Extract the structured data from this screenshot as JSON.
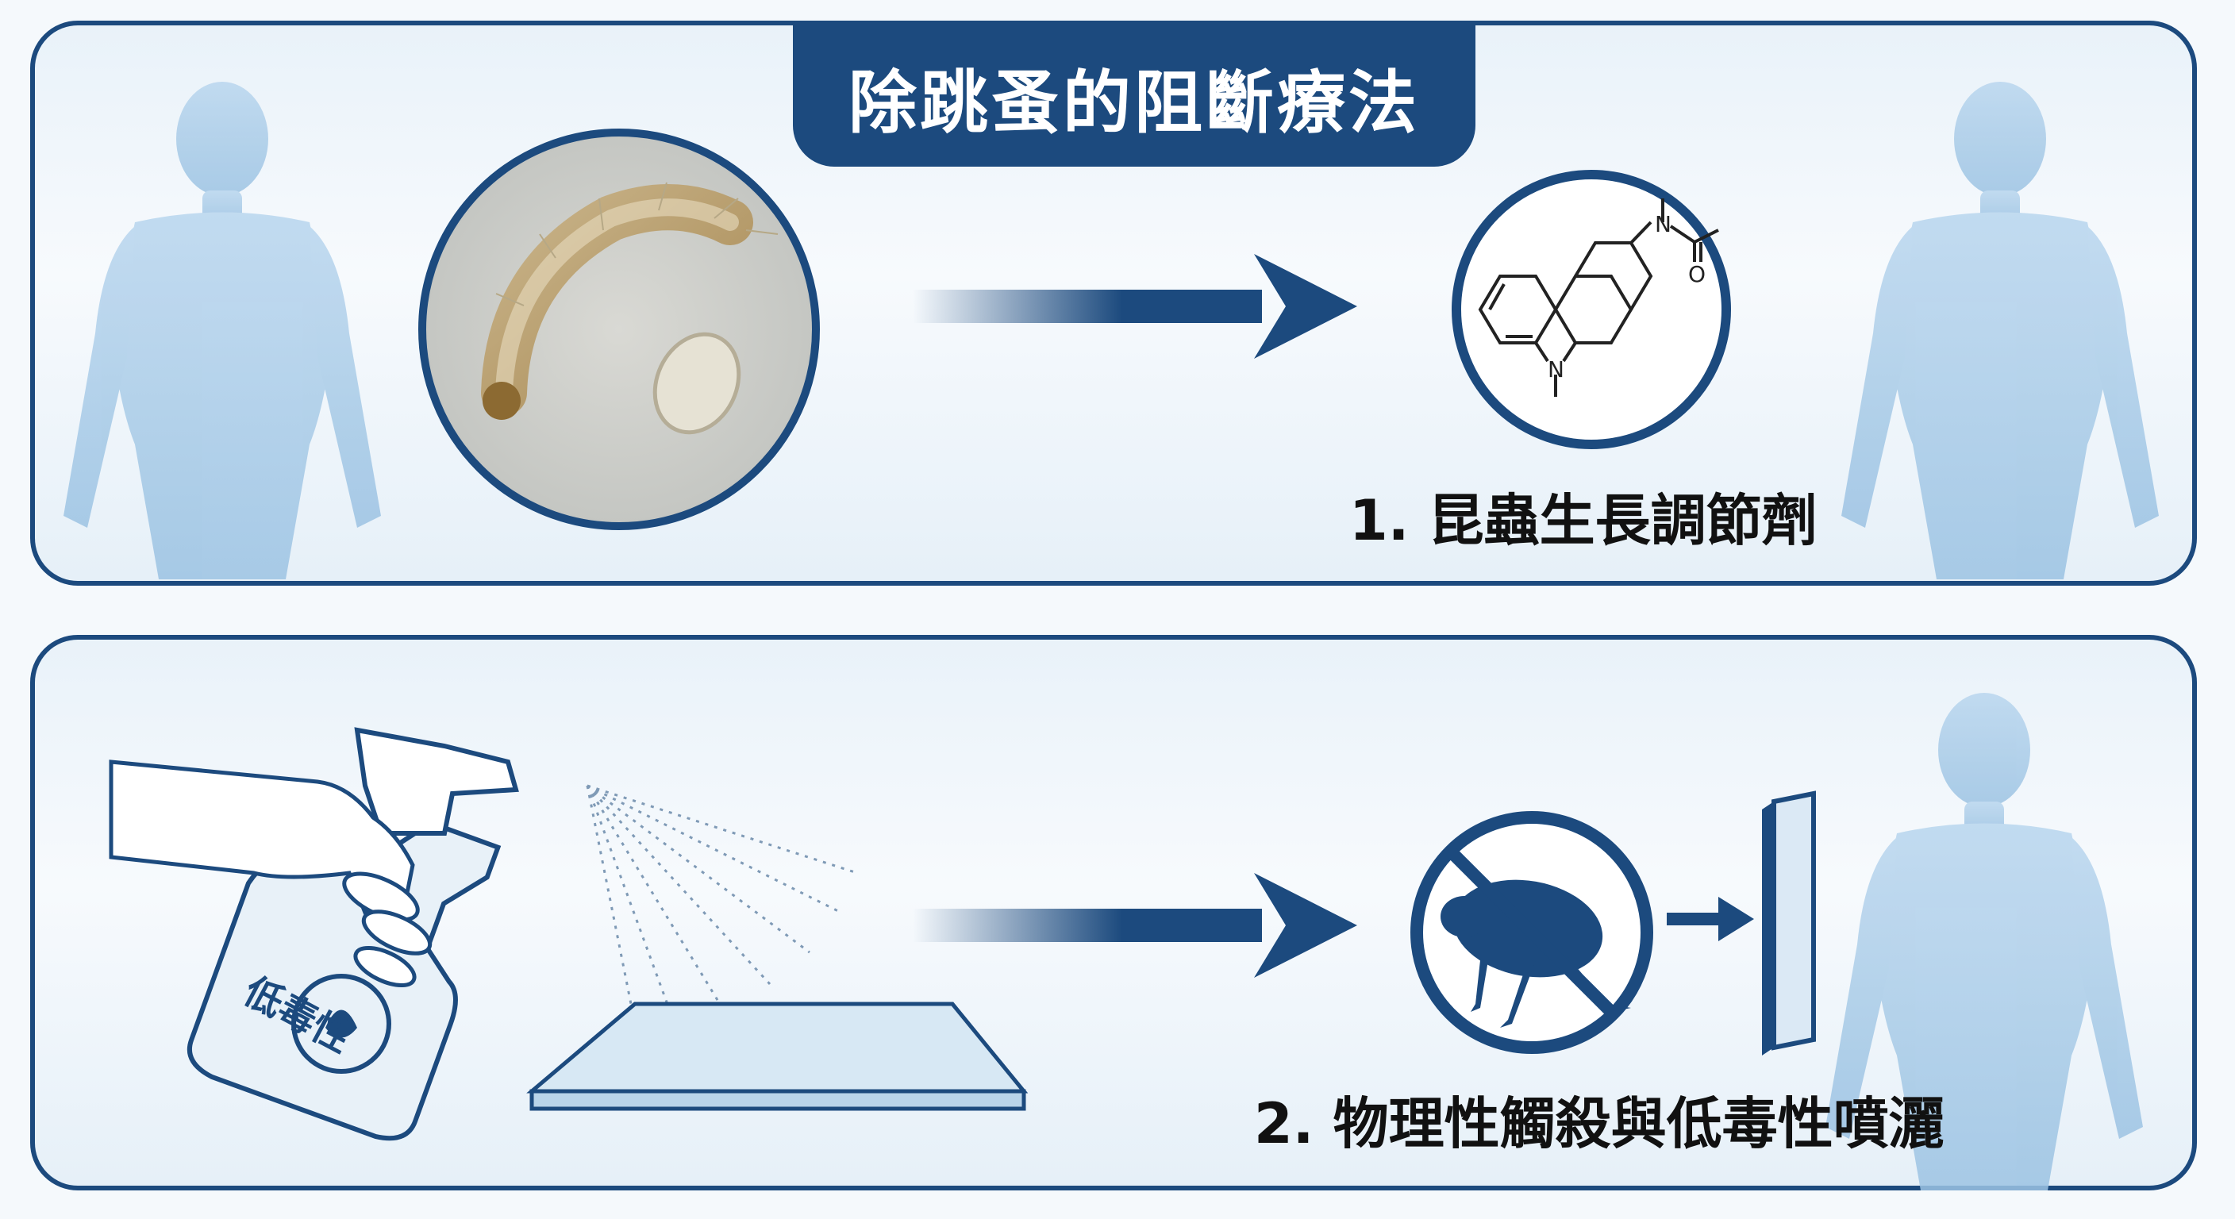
{
  "title": "除跳蚤的阻斷療法",
  "steps": [
    {
      "label": "1. 昆蟲生長調節劑"
    },
    {
      "label": "2. 物理性觸殺與低毒性噴灑"
    }
  ],
  "bottle_label": "低毒性",
  "molecule_atoms": {
    "n_top": "N",
    "o": "O",
    "n_ring": "N"
  },
  "colors": {
    "navy": "#1c4a7e",
    "body_blue": "#a9cbe6",
    "light_bg": "#eef5fa"
  },
  "icons": [
    "human-silhouette",
    "larva-microscope",
    "arrow-right",
    "molecule-structure",
    "spray-bottle",
    "hand",
    "no-flea-sign",
    "barrier-wall",
    "surface-board"
  ]
}
